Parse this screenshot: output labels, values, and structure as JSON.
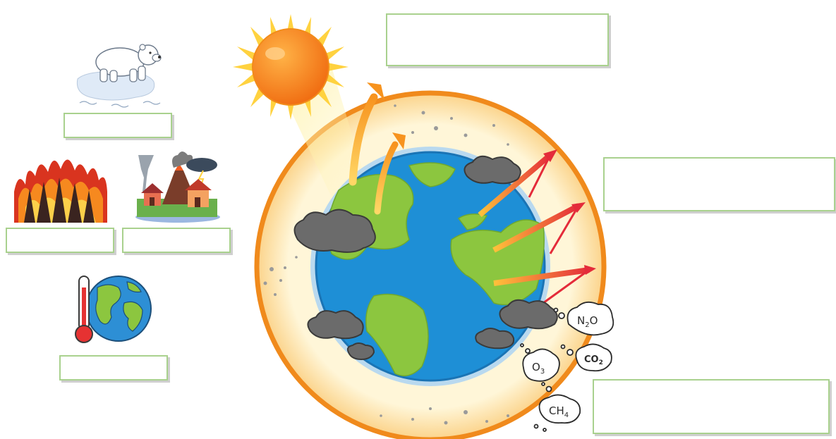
{
  "gas_labels": {
    "n2o": {
      "main": "N",
      "sub": "2",
      "tail": "O"
    },
    "co2": {
      "main": "CO",
      "sub": "2"
    },
    "o3": {
      "main": "O",
      "sub": "3"
    },
    "ch4": {
      "main": "CH",
      "sub": "4"
    }
  },
  "label_boxes": {
    "sun_box": "",
    "radiation_box": "",
    "gases_box": "",
    "polar_bear_box": "",
    "wildfire_box": "",
    "disaster_box": "",
    "thermometer_box": ""
  },
  "colors": {
    "box_border": "#a9d18e",
    "atmosphere": "#f08a1c",
    "ocean": "#1e8fd6",
    "land": "#8cc63f",
    "arrow_red": "#e42b3a",
    "sun": "#f7931e"
  }
}
